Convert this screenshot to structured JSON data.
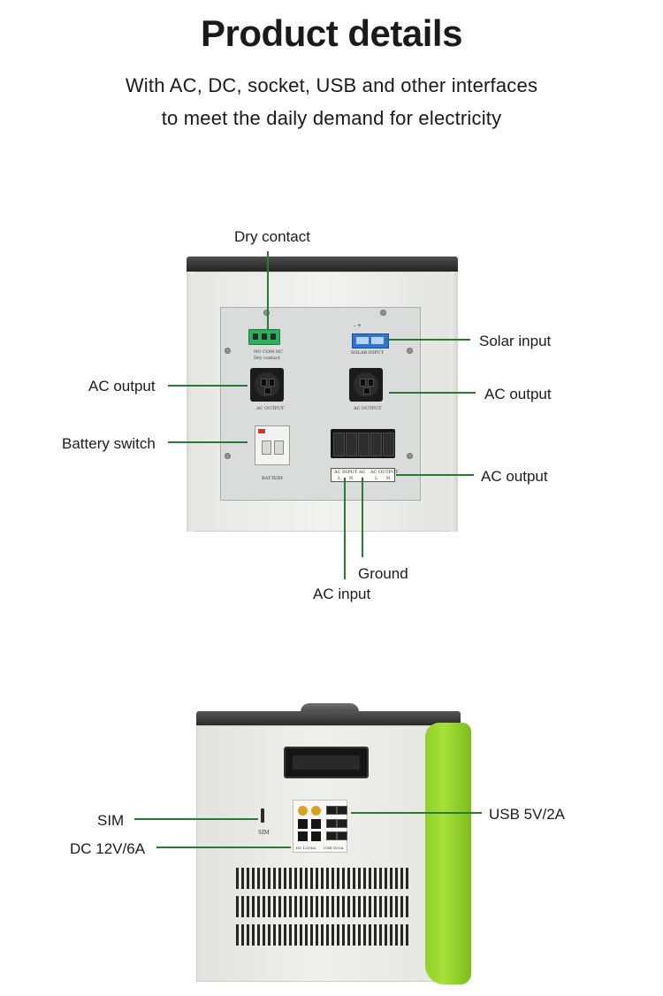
{
  "header": {
    "title": "Product details",
    "subtitle_line1": "With AC, DC, socket, USB and other interfaces",
    "subtitle_line2": "to meet the daily demand for electricity"
  },
  "upper_device": {
    "labels": {
      "dry_contact": "Dry contact",
      "solar_input": "Solar input",
      "ac_output_left": "AC output",
      "ac_output_right": "AC output",
      "battery_switch": "Battery switch",
      "ac_output_terminal": "AC output",
      "ground": "Ground",
      "ac_input": "AC input"
    },
    "panel_print": {
      "dry_contact_pins": "NO COM NC",
      "dry_contact_caption": "Dry contact",
      "solar_polarity": "-   +",
      "solar_caption": "SOLAR INPUT",
      "ac_output_caption_left": "AC OUTPUT",
      "ac_output_caption_right": "AC OUTPUT",
      "battery_caption": "BATTERY",
      "strip_ac_input": "AC INPUT",
      "strip_ac": "AC",
      "strip_ac_output": "AC OUTPUT",
      "strip_l1": "L",
      "strip_n1": "N",
      "strip_ground": "⏚",
      "strip_l2": "L",
      "strip_n2": "N"
    }
  },
  "lower_device": {
    "labels": {
      "sim": "SIM",
      "dc": "DC 12V/6A",
      "usb": "USB 5V/2A"
    },
    "panel_print": {
      "sim_caption": "SIM",
      "dc_caption": "DC 12V/6A",
      "usb_caption": "USB 5V/2A"
    }
  },
  "colors": {
    "leader_line": "#2a7a33",
    "accent_green": "#a7e03a",
    "solar_connector": "#2f73d6",
    "dry_contact_connector": "#2fae5e"
  }
}
